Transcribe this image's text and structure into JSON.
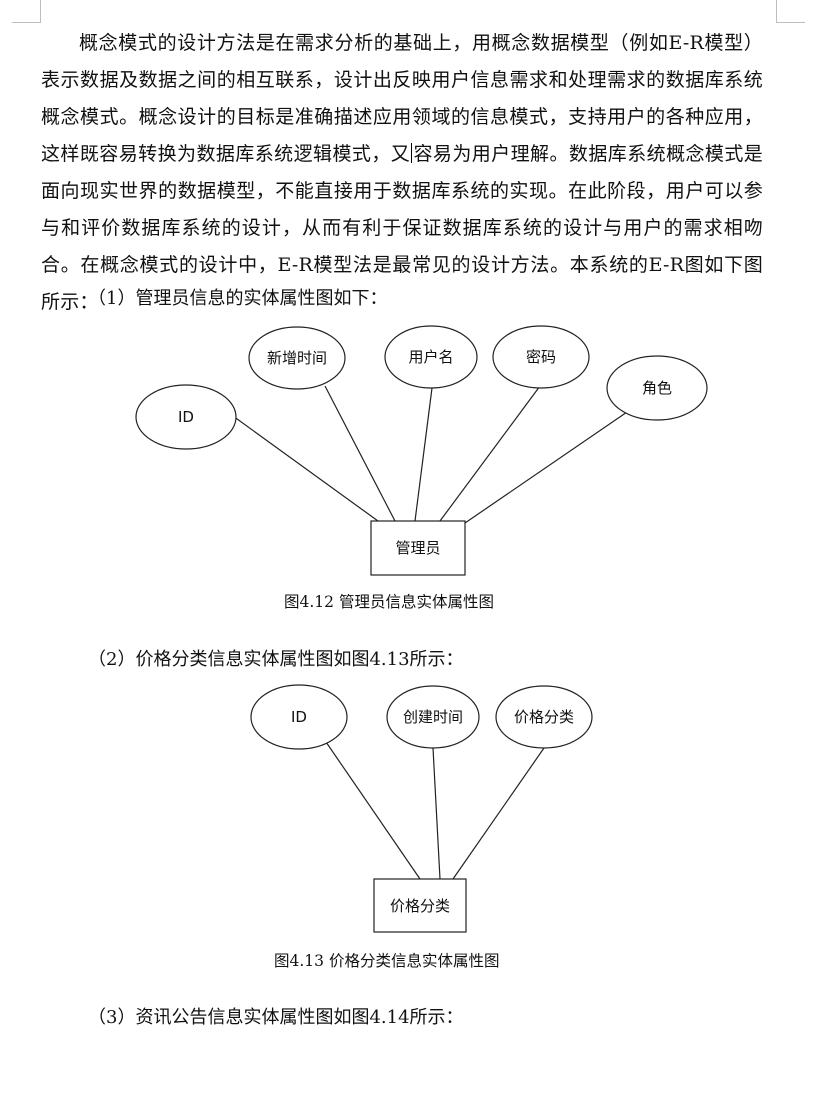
{
  "paragraph": {
    "before_caret": "概念模式的设计方法是在需求分析的基础上，用概念数据模型（例如E-R模型）表示数据及数据之间的相互联系，设计出反映用户信息需求和处理需求的数据库系统概念模式。概念设计的目标是准确描述应用领域的信息模式，支持用户的各种应用，这样既容易转换为数据库系统逻辑模式，又",
    "after_caret": "容易为用户理解。数据库系统概念模式是面向现实世界的数据模型，不能直接用于数据库系统的实现。在此阶段，用户可以参与和评价数据库系统的设计，从而有利于保证数据库系统的设计与用户的需求相吻合。在概念模式的设计中，E-R模型法是最常见的设计方法。本系统的E-R图如下图所示："
  },
  "items": {
    "item1": "（1）管理员信息的实体属性图如下：",
    "item2": "（2）价格分类信息实体属性图如图4.13所示：",
    "item3": "（3）资讯公告信息实体属性图如图4.14所示："
  },
  "figure1": {
    "entity": "管理员",
    "attributes": [
      "ID",
      "新增时间",
      "用户名",
      "密码",
      "角色"
    ],
    "caption": "图4.12  管理员信息实体属性图"
  },
  "figure2": {
    "entity": "价格分类",
    "attributes": [
      "ID",
      "创建时间",
      "价格分类"
    ],
    "caption": "图4.13  价格分类信息实体属性图"
  }
}
